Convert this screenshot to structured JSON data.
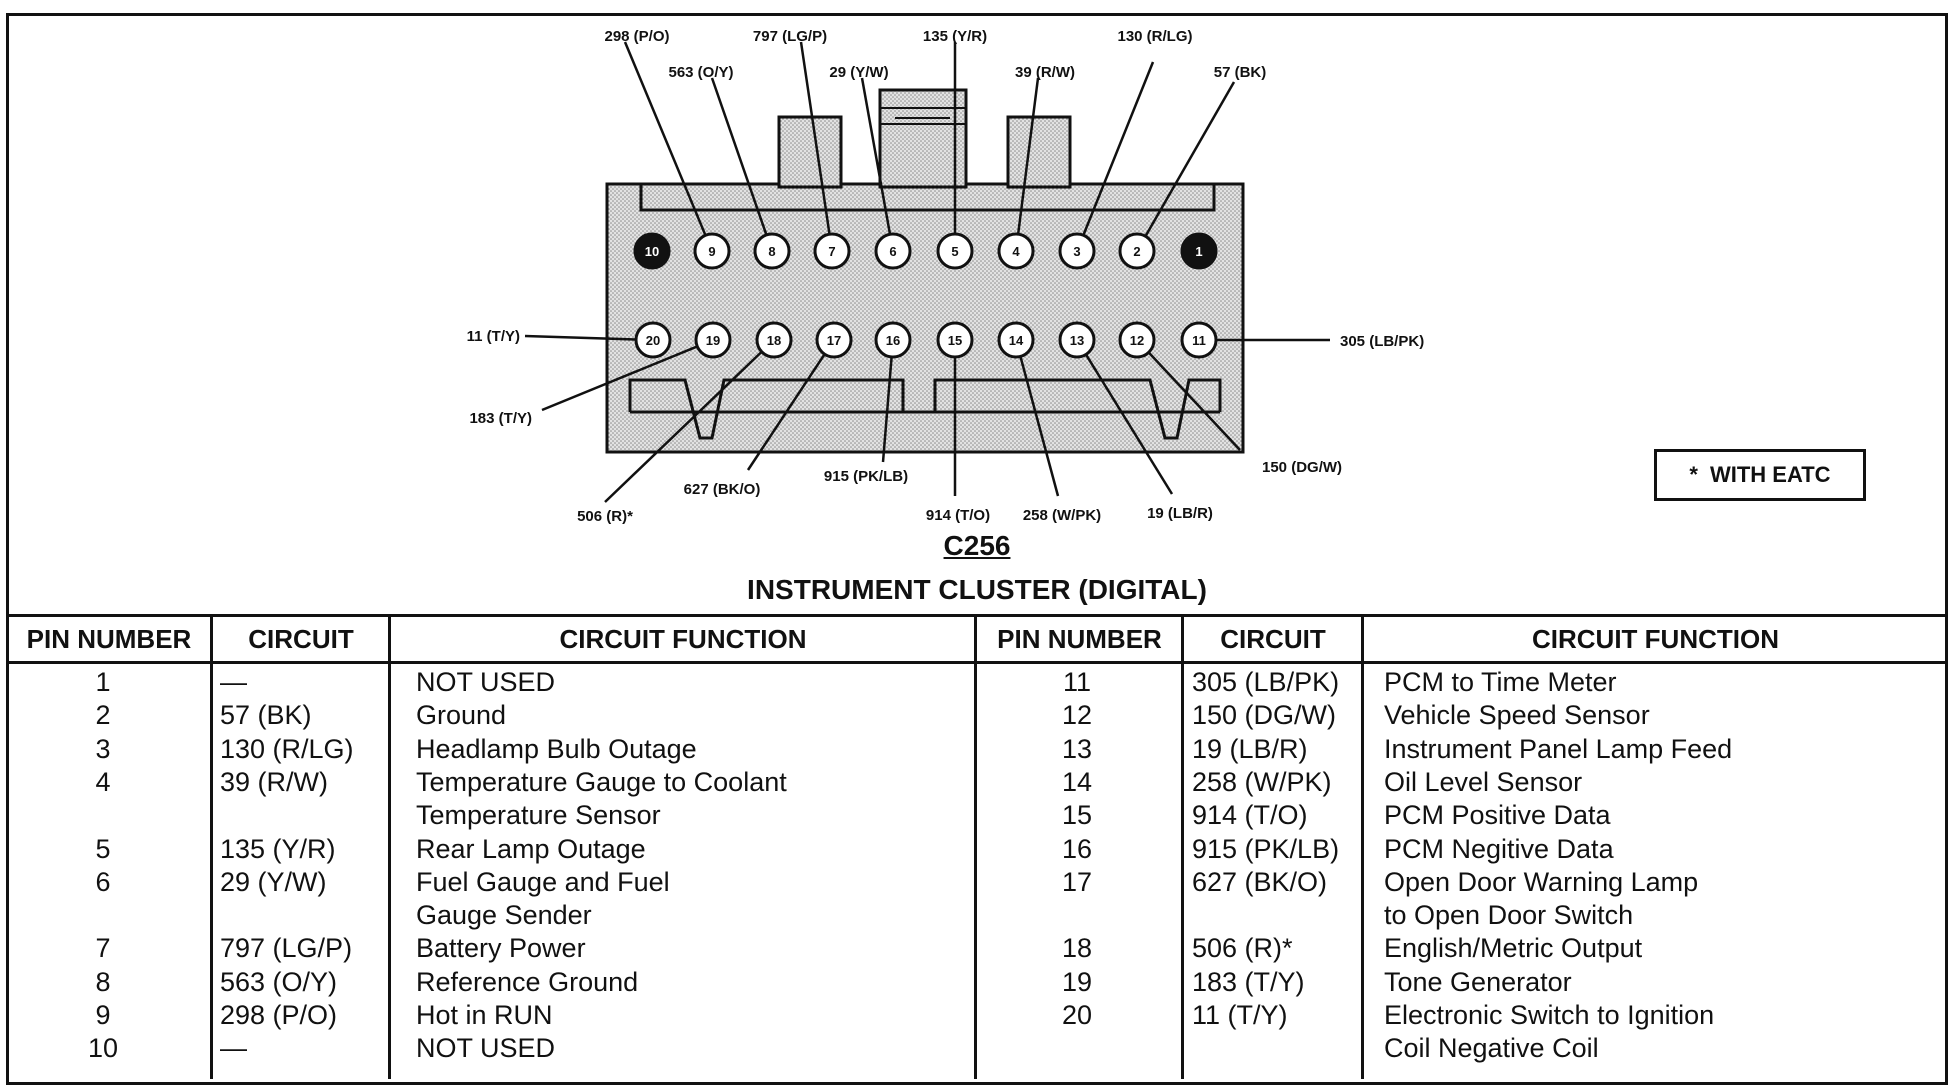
{
  "connector": {
    "id": "C256",
    "title": "INSTRUMENT CLUSTER (DIGITAL)",
    "note": {
      "marker": "*",
      "text": "WITH EATC"
    },
    "top_row_pins": [
      "10",
      "9",
      "8",
      "7",
      "6",
      "5",
      "4",
      "3",
      "2",
      "1"
    ],
    "bottom_row_pins": [
      "20",
      "19",
      "18",
      "17",
      "16",
      "15",
      "14",
      "13",
      "12",
      "11"
    ],
    "filled_pins": [
      "10",
      "1"
    ],
    "wire_labels": [
      {
        "pin": "9",
        "text": "298 (P/O)"
      },
      {
        "pin": "8",
        "text": "563 (O/Y)"
      },
      {
        "pin": "7",
        "text": "797 (LG/P)"
      },
      {
        "pin": "6",
        "text": "29 (Y/W)"
      },
      {
        "pin": "5",
        "text": "135 (Y/R)"
      },
      {
        "pin": "4",
        "text": "39 (R/W)"
      },
      {
        "pin": "3",
        "text": "130 (R/LG)"
      },
      {
        "pin": "2",
        "text": "57 (BK)"
      },
      {
        "pin": "20",
        "text": "11 (T/Y)"
      },
      {
        "pin": "19",
        "text": "183 (T/Y)"
      },
      {
        "pin": "18",
        "text": "506 (R)*"
      },
      {
        "pin": "17",
        "text": "627 (BK/O)"
      },
      {
        "pin": "16",
        "text": "915 (PK/LB)"
      },
      {
        "pin": "15",
        "text": "914 (T/O)"
      },
      {
        "pin": "14",
        "text": "258 (W/PK)"
      },
      {
        "pin": "13",
        "text": "19 (LB/R)"
      },
      {
        "pin": "12",
        "text": "150 (DG/W)"
      },
      {
        "pin": "11",
        "text": "305 (LB/PK)"
      }
    ]
  },
  "table": {
    "headers": [
      "PIN NUMBER",
      "CIRCUIT",
      "CIRCUIT FUNCTION",
      "PIN NUMBER",
      "CIRCUIT",
      "CIRCUIT FUNCTION"
    ],
    "left_rows": [
      {
        "pin": "1",
        "circuit": "—",
        "function": "NOT USED"
      },
      {
        "pin": "2",
        "circuit": "57 (BK)",
        "function": "Ground"
      },
      {
        "pin": "3",
        "circuit": "130 (R/LG)",
        "function": "Headlamp Bulb Outage"
      },
      {
        "pin": "4",
        "circuit": "39 (R/W)",
        "function": "Temperature Gauge to Coolant"
      },
      {
        "pin": "",
        "circuit": "",
        "function": "Temperature Sensor"
      },
      {
        "pin": "5",
        "circuit": "135 (Y/R)",
        "function": "Rear Lamp Outage"
      },
      {
        "pin": "6",
        "circuit": "29 (Y/W)",
        "function": "Fuel Gauge and Fuel"
      },
      {
        "pin": "",
        "circuit": "",
        "function": "Gauge Sender"
      },
      {
        "pin": "7",
        "circuit": "797 (LG/P)",
        "function": "Battery Power"
      },
      {
        "pin": "8",
        "circuit": "563 (O/Y)",
        "function": "Reference Ground"
      },
      {
        "pin": "9",
        "circuit": "298 (P/O)",
        "function": "Hot in RUN"
      },
      {
        "pin": "10",
        "circuit": "—",
        "function": "NOT USED"
      }
    ],
    "right_rows": [
      {
        "pin": "11",
        "circuit": "305 (LB/PK)",
        "function": "PCM to Time Meter"
      },
      {
        "pin": "12",
        "circuit": "150 (DG/W)",
        "function": "Vehicle Speed Sensor"
      },
      {
        "pin": "13",
        "circuit": "19 (LB/R)",
        "function": "Instrument Panel Lamp Feed"
      },
      {
        "pin": "14",
        "circuit": "258 (W/PK)",
        "function": "Oil Level Sensor"
      },
      {
        "pin": "15",
        "circuit": "914 (T/O)",
        "function": "PCM Positive Data"
      },
      {
        "pin": "16",
        "circuit": "915 (PK/LB)",
        "function": "PCM Negitive Data"
      },
      {
        "pin": "17",
        "circuit": "627 (BK/O)",
        "function": "Open Door Warning Lamp"
      },
      {
        "pin": "",
        "circuit": "",
        "function": "to Open Door Switch"
      },
      {
        "pin": "18",
        "circuit": "506 (R)*",
        "function": "English/Metric Output"
      },
      {
        "pin": "19",
        "circuit": "183 (T/Y)",
        "function": "Tone Generator"
      },
      {
        "pin": "20",
        "circuit": "11 (T/Y)",
        "function": "Electronic Switch to Ignition"
      },
      {
        "pin": "",
        "circuit": "",
        "function": "Coil Negative Coil"
      }
    ]
  }
}
